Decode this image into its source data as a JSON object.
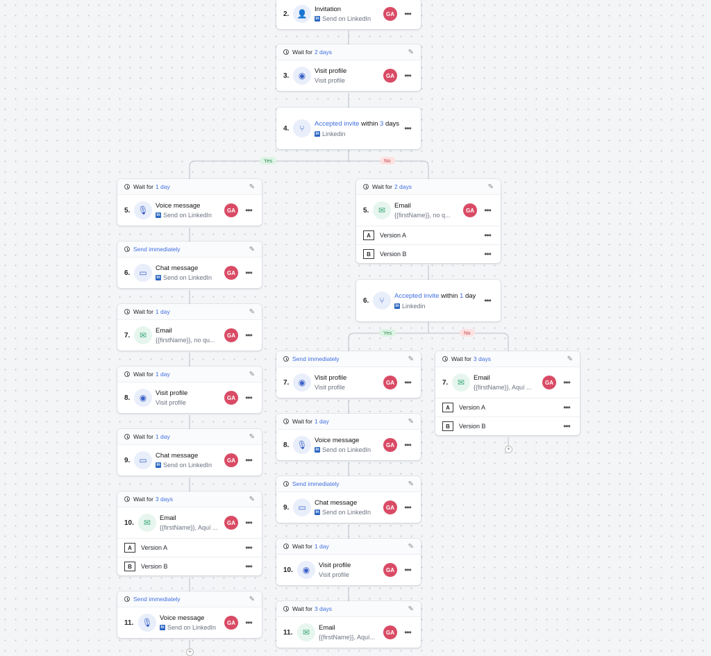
{
  "label_wait": "Wait for",
  "avatar": "GA",
  "more": "•••",
  "pencil": "✎",
  "linkedin_badge": "in",
  "branch_yes": "Yes",
  "branch_no": "No",
  "add": "+",
  "columns": {
    "main": [
      {
        "num": "2.",
        "icon": "add-user-icon",
        "title": "Invitation",
        "sub": "Send on LinkedIn"
      },
      {
        "num": "3.",
        "wait": "2 days",
        "icon": "eye-icon",
        "title": "Visit profile",
        "sub": "Visit profile"
      },
      {
        "num": "4.",
        "icon": "branch-icon",
        "cond_link": "Accepted invite",
        "cond_mid": "within",
        "cond_val": "3",
        "cond_tail": "days",
        "sub": "Linkedin"
      }
    ],
    "left": [
      {
        "num": "5.",
        "wait": "1 day",
        "icon": "mic-icon",
        "title": "Voice message",
        "sub": "Send on LinkedIn"
      },
      {
        "num": "6.",
        "send": "Send immediately",
        "icon": "chat-icon",
        "title": "Chat message",
        "sub": "Send on LinkedIn"
      },
      {
        "num": "7.",
        "wait": "1 day",
        "icon": "mail-icon",
        "title": "Email",
        "sub": "{{firstName}}, no qu..."
      },
      {
        "num": "8.",
        "wait": "1 day",
        "icon": "eye-icon",
        "title": "Visit profile",
        "sub": "Visit profile"
      },
      {
        "num": "9.",
        "wait": "1 day",
        "icon": "chat-icon",
        "title": "Chat message",
        "sub": "Send on LinkedIn"
      },
      {
        "num": "10.",
        "wait": "3 days",
        "icon": "mail-icon",
        "title": "Email",
        "sub": "{{firstName}}, Aquí ...",
        "versions": [
          "Version A",
          "Version B"
        ]
      },
      {
        "num": "11.",
        "send": "Send immediately",
        "icon": "mic-icon",
        "title": "Voice message",
        "sub": "Send on LinkedIn"
      }
    ],
    "right": [
      {
        "num": "5.",
        "wait": "2 days",
        "icon": "mail-icon",
        "title": "Email",
        "sub": "{{firstName}}, no q...",
        "versions": [
          "Version A",
          "Version B"
        ]
      },
      {
        "num": "6.",
        "icon": "branch-icon",
        "cond_link": "Accepted invite",
        "cond_mid": "within",
        "cond_val": "1",
        "cond_tail": "day",
        "sub": "Linkedin"
      }
    ],
    "right_yes": [
      {
        "num": "7.",
        "send": "Send immediately",
        "icon": "eye-icon",
        "title": "Visit profile",
        "sub": "Visit profile"
      },
      {
        "num": "8.",
        "wait": "1 day",
        "icon": "mic-icon",
        "title": "Voice message",
        "sub": "Send on LinkedIn"
      },
      {
        "num": "9.",
        "send": "Send immediately",
        "icon": "chat-icon",
        "title": "Chat message",
        "sub": "Send on LinkedIn"
      },
      {
        "num": "10.",
        "wait": "1 day",
        "icon": "eye-icon",
        "title": "Visit profile",
        "sub": "Visit profile"
      },
      {
        "num": "11.",
        "wait": "3 days",
        "icon": "mail-icon",
        "title": "Email",
        "sub": "{{firstName}}, Aquí..."
      }
    ],
    "right_no": [
      {
        "num": "7.",
        "wait": "3 days",
        "icon": "mail-icon",
        "title": "Email",
        "sub": "{{firstName}}, Aquí ...",
        "versions": [
          "Version A",
          "Version B"
        ]
      }
    ]
  },
  "colors": {
    "accent": "#3f6ee0",
    "avatar": "#d94b65",
    "yes": "#3a8a55",
    "no": "#c0484d"
  }
}
